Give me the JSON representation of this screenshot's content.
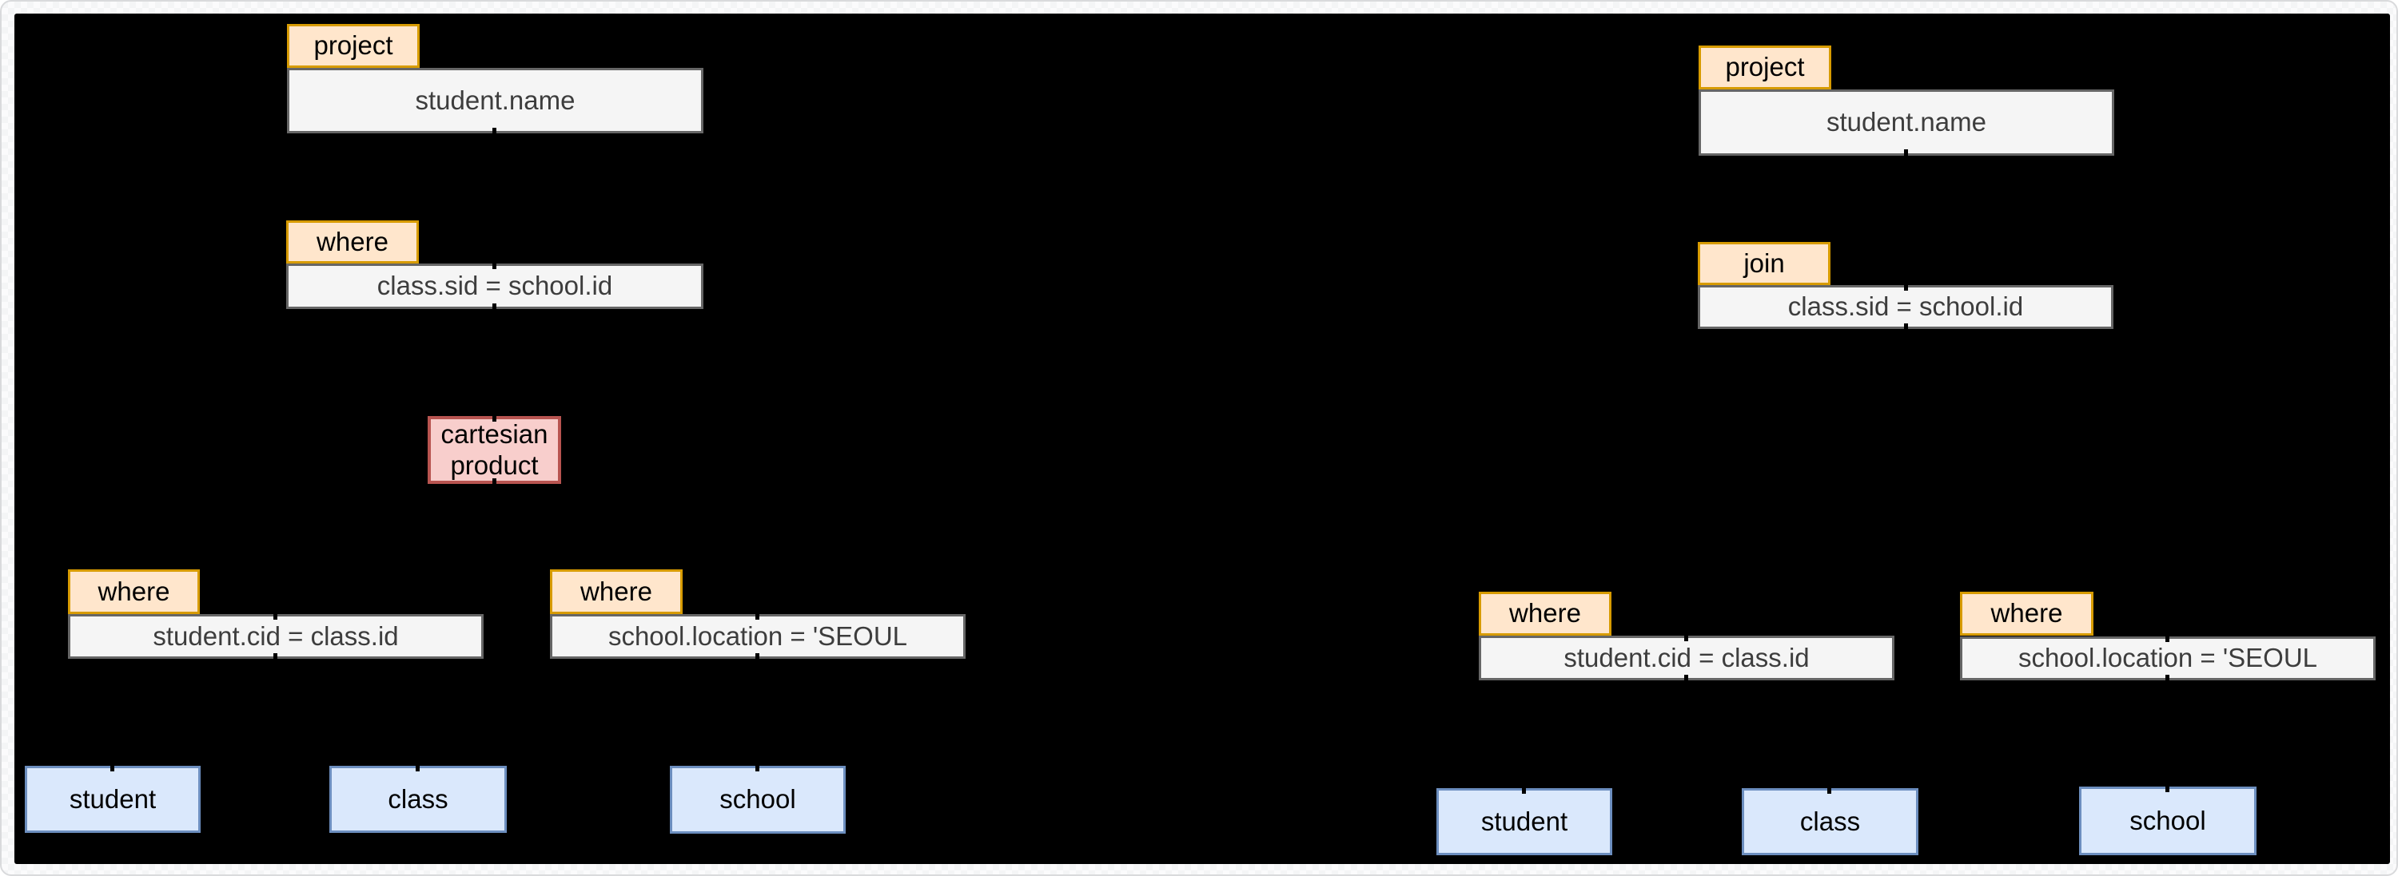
{
  "colors": {
    "canvas_bg": "#000000",
    "operator_fill": "#ffe6cc",
    "operator_stroke": "#d79b00",
    "cartesian_fill": "#f8cecc",
    "cartesian_stroke": "#b85450",
    "table_fill": "#dae8fc",
    "table_stroke": "#6c8ebf",
    "value_fill": "#f5f5f5",
    "value_stroke": "#666666"
  },
  "left_tree": {
    "project": {
      "label": "project",
      "value": "student.name"
    },
    "where_top": {
      "label": "where",
      "value": "class.sid = school.id"
    },
    "cartesian": {
      "label": "cartesian product"
    },
    "where_left": {
      "label": "where",
      "value": "student.cid = class.id"
    },
    "where_right": {
      "label": "where",
      "value": "school.location = 'SEOUL"
    },
    "tables": {
      "student": "student",
      "class": "class",
      "school": "school"
    }
  },
  "right_tree": {
    "project": {
      "label": "project",
      "value": "student.name"
    },
    "join": {
      "label": "join",
      "value": "class.sid = school.id"
    },
    "where_left": {
      "label": "where",
      "value": "student.cid = class.id"
    },
    "where_right": {
      "label": "where",
      "value": "school.location = 'SEOUL"
    },
    "tables": {
      "student": "student",
      "class": "class",
      "school": "school"
    }
  }
}
